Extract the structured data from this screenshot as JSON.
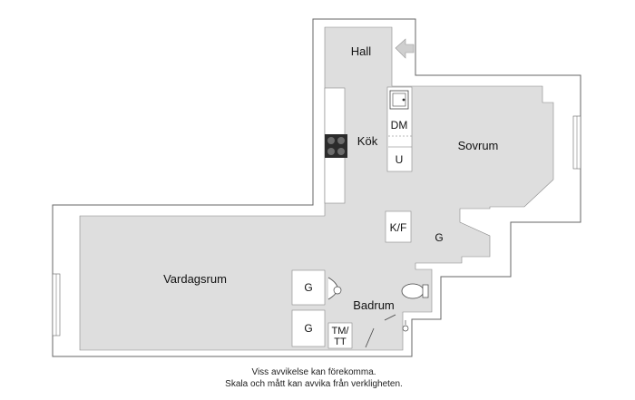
{
  "rooms": {
    "hall": "Hall",
    "kok": "Kök",
    "sovrum": "Sovrum",
    "vardagsrum": "Vardagsrum",
    "badrum": "Badrum"
  },
  "fixtures": {
    "dm": "DM",
    "u": "U",
    "kf": "K/F",
    "g_sovrum": "G",
    "g_upper": "G",
    "g_lower": "G",
    "tm": "TM/",
    "tt": "TT"
  },
  "disclaimer": {
    "line1": "Viss avvikelse kan förekomma.",
    "line2": "Skala och mått kan avvika från verkligheten."
  },
  "colors": {
    "floor": "#dedede",
    "wall": "#ffffff",
    "outline": "#555555",
    "fixture": "#ffffff",
    "stove": "#2b2b2b"
  }
}
